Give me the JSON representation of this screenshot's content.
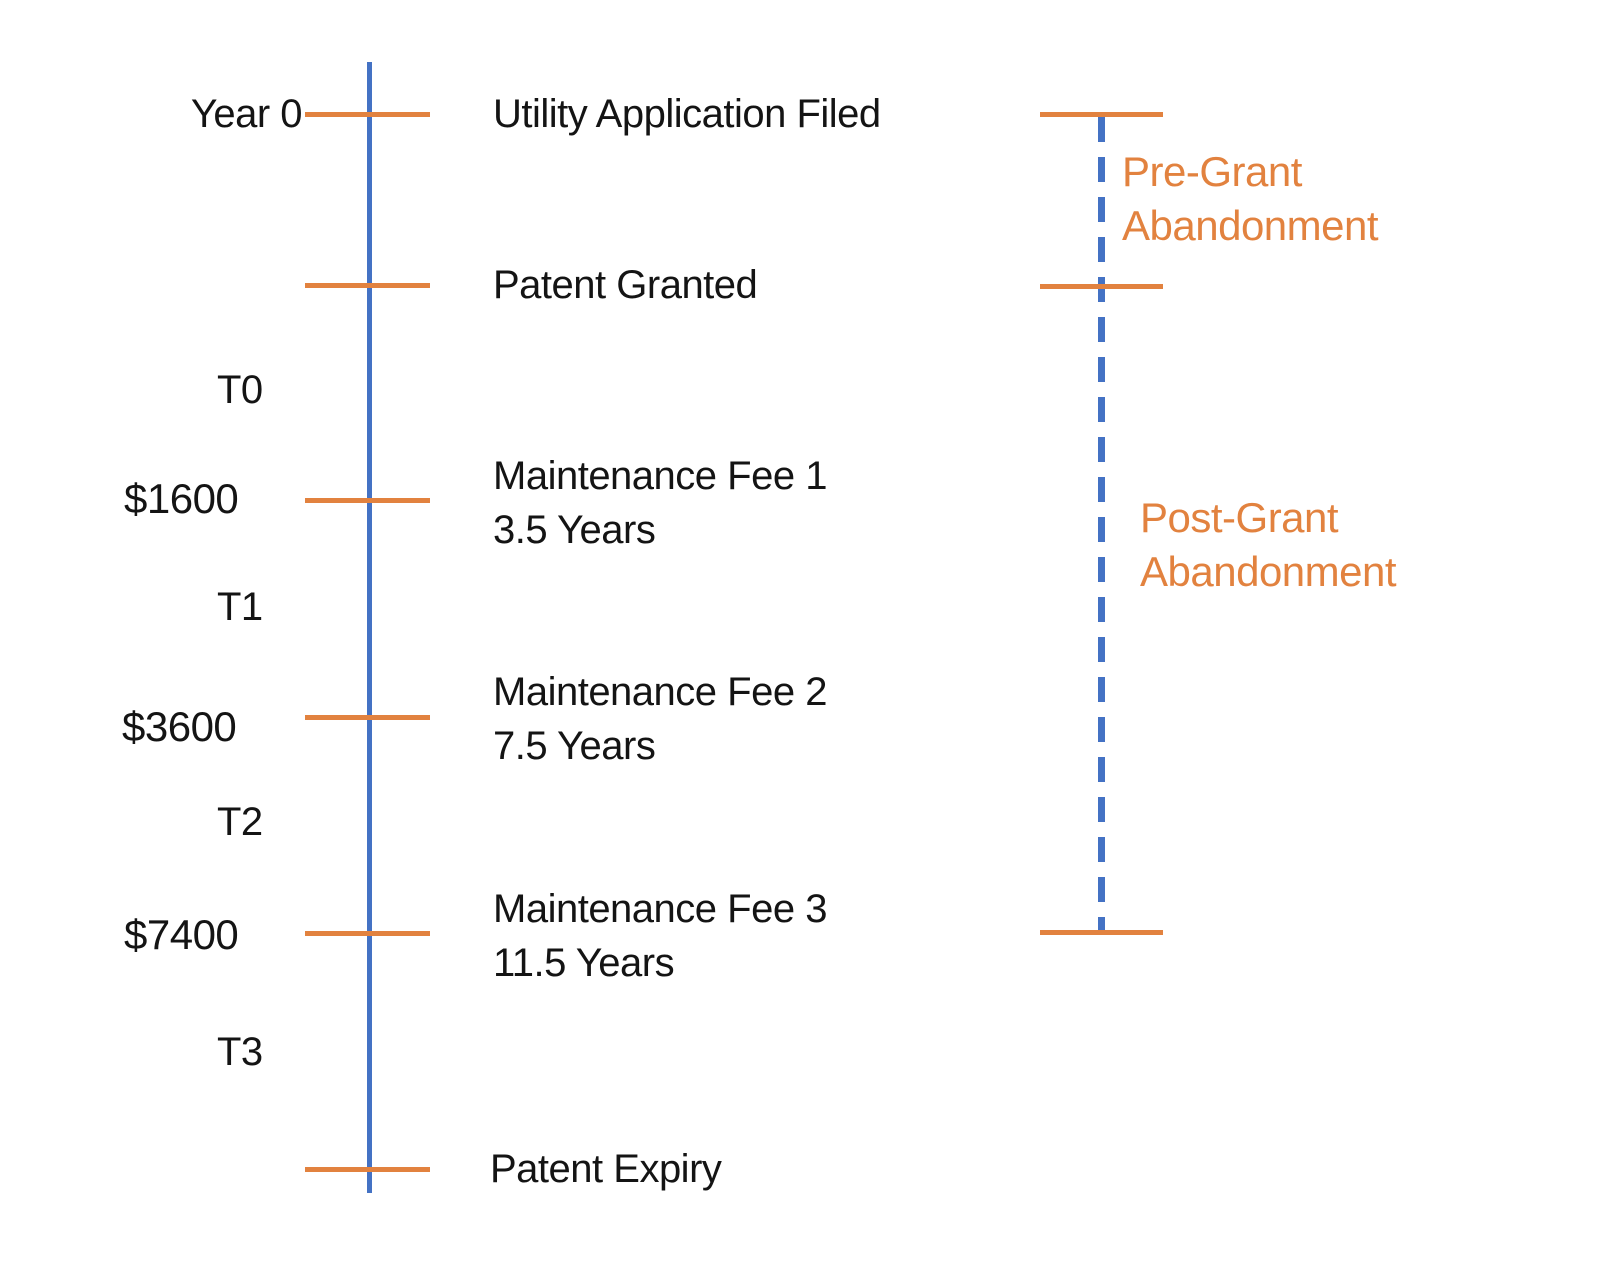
{
  "colors": {
    "timeline_blue": "#4472C4",
    "accent_orange": "#E2823F",
    "text_black": "#141414",
    "background": "#FFFFFF"
  },
  "left_timeline": {
    "year_start_label": "Year 0",
    "interval_labels": [
      "T0",
      "T1",
      "T2",
      "T3"
    ],
    "fee_amounts": [
      "$1600",
      "$3600",
      "$7400"
    ]
  },
  "events": [
    {
      "title": "Utility Application Filed",
      "subtitle": ""
    },
    {
      "title": "Patent Granted",
      "subtitle": ""
    },
    {
      "title": "Maintenance Fee 1",
      "subtitle": "3.5 Years"
    },
    {
      "title": "Maintenance Fee 2",
      "subtitle": "7.5 Years"
    },
    {
      "title": "Maintenance Fee 3",
      "subtitle": "11.5 Years"
    },
    {
      "title": "Patent Expiry",
      "subtitle": ""
    }
  ],
  "abandonment_track": {
    "pre_grant": {
      "line1": "Pre-Grant",
      "line2": "Abandonment"
    },
    "post_grant": {
      "line1": "Post-Grant",
      "line2": "Abandonment"
    }
  }
}
